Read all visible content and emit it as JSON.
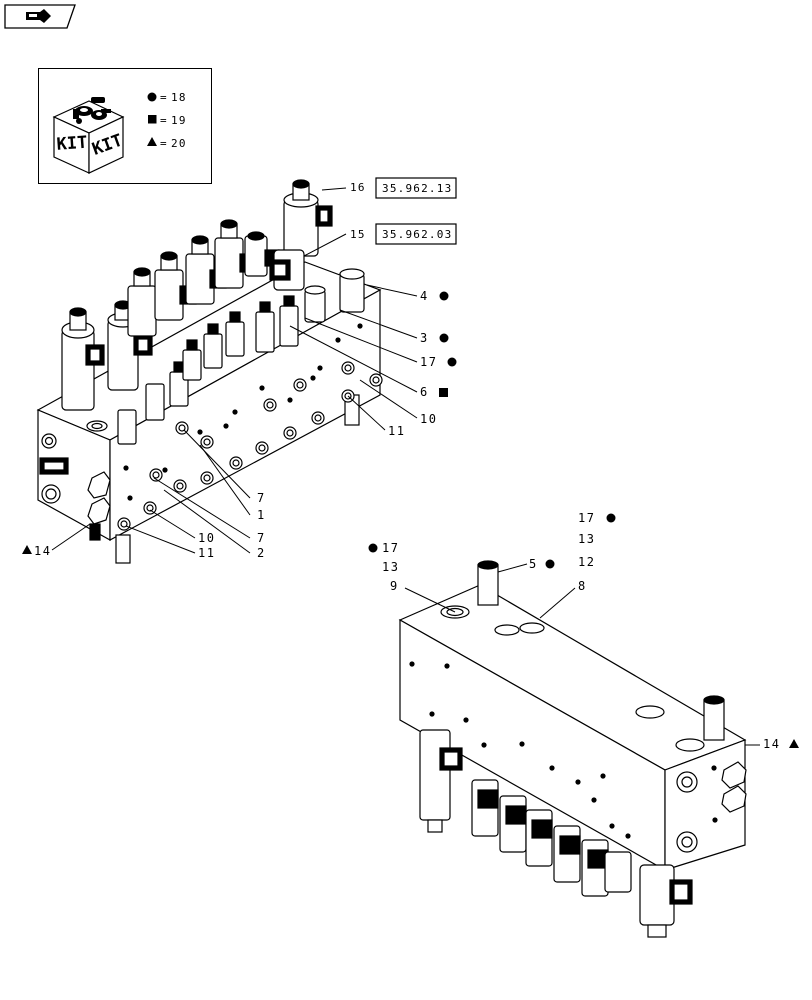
{
  "kit": {
    "word": "KIT",
    "legend": [
      {
        "symbol": "circle",
        "value": "18"
      },
      {
        "symbol": "square",
        "value": "19"
      },
      {
        "symbol": "triangle",
        "value": "20"
      }
    ]
  },
  "references": [
    {
      "item": "16",
      "ref": "35.962.13"
    },
    {
      "item": "15",
      "ref": "35.962.03"
    }
  ],
  "callouts_top": [
    {
      "text": "4",
      "symbol": "circle"
    },
    {
      "text": "3",
      "symbol": "circle"
    },
    {
      "text": "17",
      "symbol": "circle"
    },
    {
      "text": "6",
      "symbol": "square"
    },
    {
      "text": "10",
      "symbol": ""
    },
    {
      "text": "11",
      "symbol": ""
    },
    {
      "text": "7",
      "symbol": ""
    },
    {
      "text": "1",
      "symbol": ""
    },
    {
      "text": "7",
      "symbol": ""
    },
    {
      "text": "2",
      "symbol": ""
    },
    {
      "text": "10",
      "symbol": ""
    },
    {
      "text": "11",
      "symbol": ""
    },
    {
      "text": "14",
      "symbol": "triangle"
    }
  ],
  "callouts_bottom": [
    {
      "text": "17",
      "symbol": "circle"
    },
    {
      "text": "13",
      "symbol": ""
    },
    {
      "text": "12",
      "symbol": ""
    },
    {
      "text": "17",
      "symbol": "circle"
    },
    {
      "text": "13",
      "symbol": ""
    },
    {
      "text": "9",
      "symbol": ""
    },
    {
      "text": "5",
      "symbol": "circle"
    },
    {
      "text": "8",
      "symbol": ""
    },
    {
      "text": "14",
      "symbol": "triangle"
    }
  ]
}
